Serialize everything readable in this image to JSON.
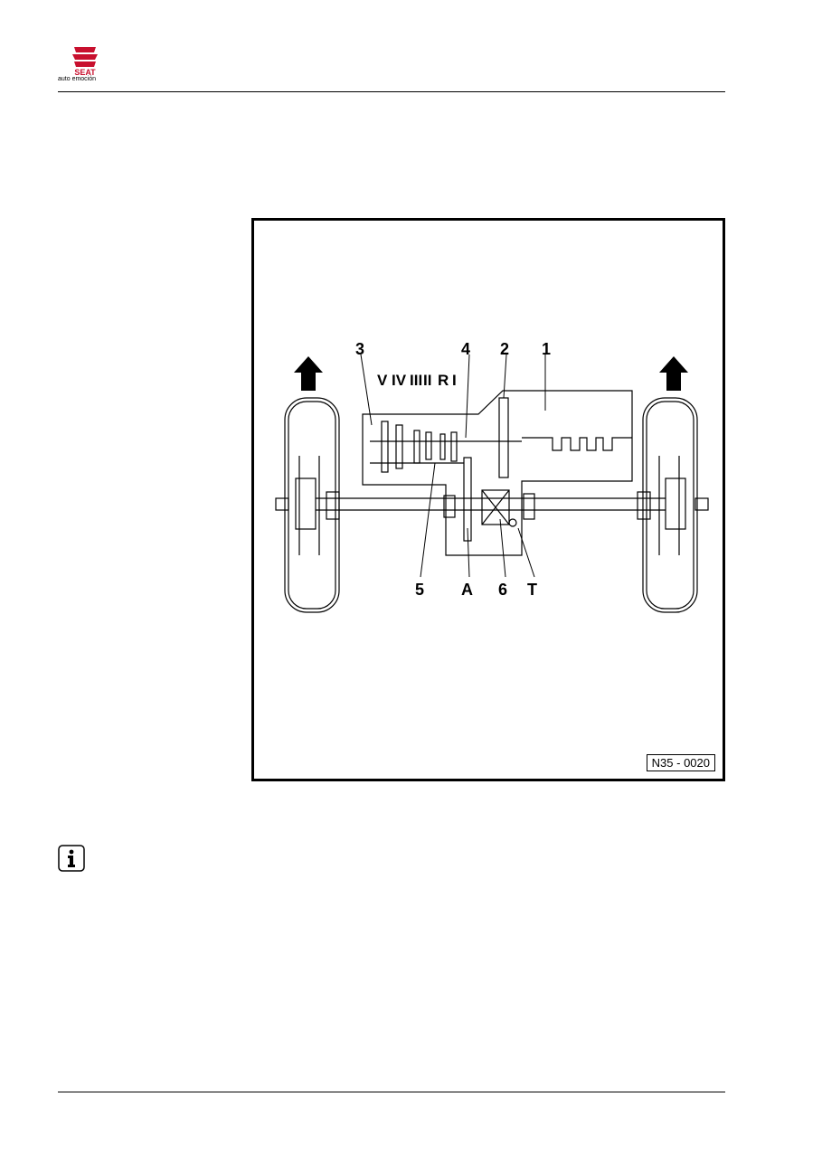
{
  "header": {
    "brand_name": "SEAT",
    "tagline": "auto emoción"
  },
  "figure": {
    "figure_id": "N35 - 0020",
    "gear_labels": [
      "V",
      "IV",
      "III",
      "II",
      "R",
      "I"
    ],
    "callouts": [
      "3",
      "4",
      "2",
      "1",
      "5",
      "A",
      "6",
      "T"
    ]
  },
  "note": {
    "icon": "info-icon"
  }
}
